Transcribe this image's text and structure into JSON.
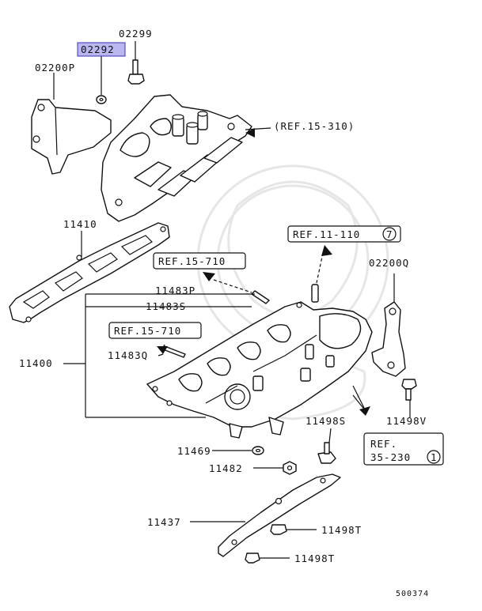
{
  "labels": {
    "l02299": "02299",
    "l02292": "02292",
    "l02200P": "02200P",
    "ref15310": "(REF.15-310)",
    "l11410": "11410",
    "ref11110": "REF.11-110",
    "ref11110_num": "7",
    "ref15710a": "REF.15-710",
    "l02200Q": "02200Q",
    "l11483P": "11483P",
    "l11483S": "11483S",
    "ref15710b": "REF.15-710",
    "l11483Q": "11483Q",
    "l11400": "11400",
    "l11498V": "11498V",
    "l11498S": "11498S",
    "ref35230_line1": "REF.",
    "ref35230_line2": "35-230",
    "ref35230_num": "1",
    "l11469": "11469",
    "l11482": "11482",
    "l11437": "11437",
    "l11498T_a": "11498T",
    "l11498T_b": "11498T",
    "diagram_id": "500374"
  },
  "colors": {
    "highlight": "#b9b6f0",
    "line": "#111111"
  }
}
